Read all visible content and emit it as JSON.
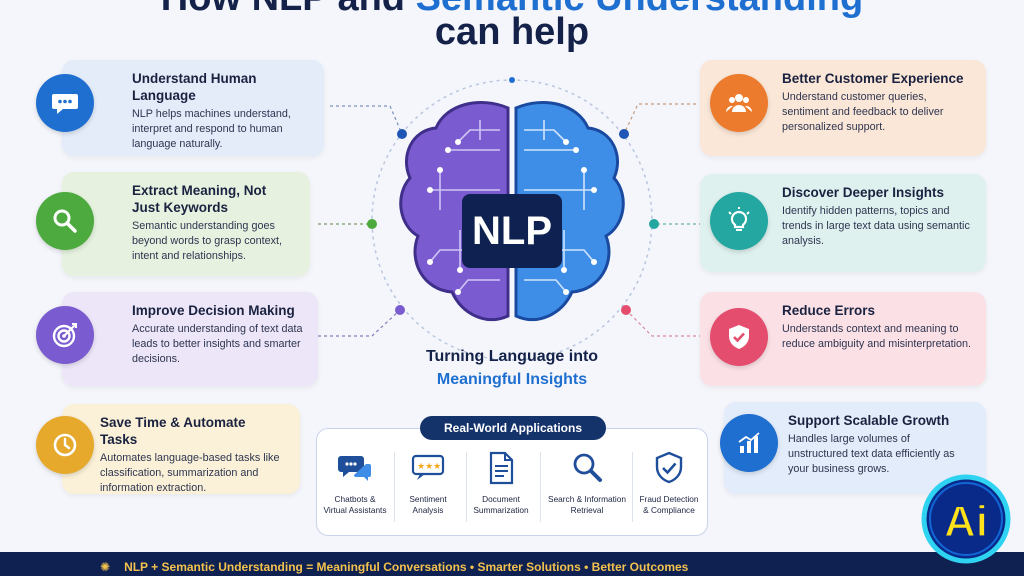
{
  "title": {
    "line1_part1": "How NLP and ",
    "line1_highlight": "Semantic Understanding",
    "line2": "can help"
  },
  "brain_label": "NLP",
  "tagline": {
    "line1": "Turning Language into",
    "line2": "Meaningful Insights"
  },
  "left_cards": [
    {
      "title": "Understand Human Language",
      "text": "NLP helps machines understand, interpret and respond to human language naturally.",
      "icon": "chat-bubble-icon",
      "color": "#1f6fd1"
    },
    {
      "title": "Extract Meaning, Not Just Keywords",
      "text": "Semantic understanding goes beyond words to grasp context, intent and relationships.",
      "icon": "magnifier-icon",
      "color": "#4caa3e"
    },
    {
      "title": "Improve Decision Making",
      "text": "Accurate understanding of text data leads to better insights and smarter decisions.",
      "icon": "target-icon",
      "color": "#7b5bd0"
    },
    {
      "title": "Save Time & Automate Tasks",
      "text": "Automates language-based tasks like classification, summarization and information extraction.",
      "icon": "clock-icon",
      "color": "#e6a92c"
    }
  ],
  "right_cards": [
    {
      "title": "Better Customer Experience",
      "text": "Understand customer queries, sentiment and feedback to deliver personalized support.",
      "icon": "users-icon",
      "color": "#ec7b2d"
    },
    {
      "title": "Discover Deeper Insights",
      "text": "Identify hidden patterns, topics and trends in large text data using semantic analysis.",
      "icon": "lightbulb-icon",
      "color": "#23a7a0"
    },
    {
      "title": "Reduce Errors",
      "text": "Understands context and meaning to reduce ambiguity and misinterpretation.",
      "icon": "shield-check-icon",
      "color": "#e44d6d"
    },
    {
      "title": "Support Scalable Growth",
      "text": "Handles large volumes of unstructured text data efficiently as your business grows.",
      "icon": "bar-chart-icon",
      "color": "#1f6fd1"
    }
  ],
  "apps": {
    "heading": "Real-World Applications",
    "items": [
      {
        "label1": "Chatbots &",
        "label2": "Virtual Assistants",
        "icon": "chatbot-icon"
      },
      {
        "label1": "Sentiment",
        "label2": "Analysis",
        "icon": "rating-bubble-icon"
      },
      {
        "label1": "Document",
        "label2": "Summarization",
        "icon": "document-icon"
      },
      {
        "label1": "Search & Information",
        "label2": "Retrieval",
        "icon": "search-icon"
      },
      {
        "label1": "Fraud Detection",
        "label2": "& Compliance",
        "icon": "shield-check-icon"
      }
    ]
  },
  "footer": "NLP + Semantic Understanding = Meaningful Conversations • Smarter Solutions • Better Outcomes",
  "logo_text": "Ai"
}
